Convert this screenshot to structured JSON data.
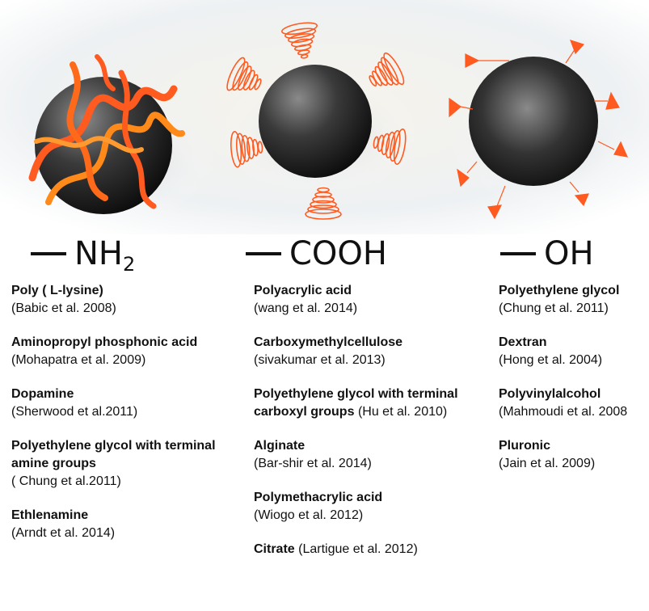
{
  "groups": [
    {
      "heading": {
        "main": "NH",
        "sub": "2"
      },
      "entries": [
        {
          "name": "Poly ( L-lysine)",
          "ref": "(Babic et al. 2008)",
          "ref_inline": false
        },
        {
          "name": "Aminopropyl phosphonic acid",
          "ref": "(Mohapatra et al. 2009)",
          "ref_inline": false
        },
        {
          "name": "Dopamine",
          "ref": "(Sherwood et al.2011)",
          "ref_inline": false
        },
        {
          "name": "Polyethylene glycol with terminal amine groups",
          "ref": "( Chung et al.2011)",
          "ref_inline": false
        },
        {
          "name": "Ethlenamine",
          "ref": "(Arndt et al. 2014)",
          "ref_inline": false
        }
      ]
    },
    {
      "heading": {
        "main": "COOH",
        "sub": ""
      },
      "entries": [
        {
          "name": "Polyacrylic acid",
          "ref": "(wang et al. 2014)",
          "ref_inline": false
        },
        {
          "name": "Carboxymethylcellulose",
          "ref": "(sivakumar et al. 2013)",
          "ref_inline": false
        },
        {
          "name": "Polyethylene glycol with terminal carboxyl groups",
          "ref": "(Hu et al. 2010)",
          "ref_inline": true
        },
        {
          "name": "Alginate",
          "ref": "(Bar-shir et al. 2014)",
          "ref_inline": false
        },
        {
          "name": "Polymethacrylic acid",
          "ref": "(Wiogo et al. 2012)",
          "ref_inline": false
        },
        {
          "name": "Citrate",
          "ref": "(Lartigue et al. 2012)",
          "ref_inline": true
        }
      ]
    },
    {
      "heading": {
        "main": "OH",
        "sub": ""
      },
      "entries": [
        {
          "name": "Polyethylene glycol",
          "ref": "(Chung et al. 2011)",
          "ref_inline": false
        },
        {
          "name": "Dextran",
          "ref": "(Hong et al. 2004)",
          "ref_inline": false
        },
        {
          "name": "Polyvinylalcohol",
          "ref": "(Mahmoudi et al. 2008",
          "ref_inline": false
        },
        {
          "name": "Pluronic",
          "ref": "(Jain et al. 2009)",
          "ref_inline": false
        }
      ]
    }
  ],
  "colors": {
    "accent_orange": "#ff5a1f",
    "ribbon_light": "#ff8a1a",
    "sphere_light": "#8a8a8a",
    "sphere_dark": "#0c0c0c",
    "text": "#111111"
  }
}
